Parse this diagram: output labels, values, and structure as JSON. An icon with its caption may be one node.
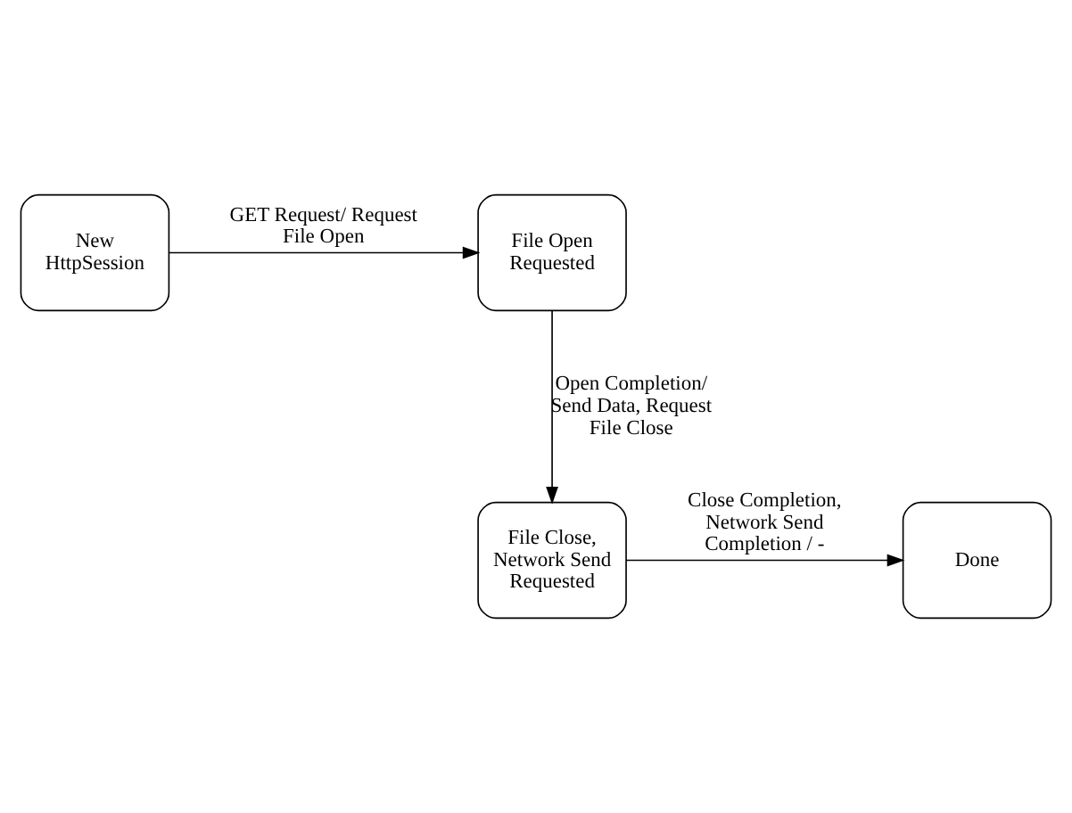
{
  "diagram": {
    "nodes": [
      {
        "text": [
          "New HttpSession"
        ]
      },
      {
        "text": [
          "File Open Requested"
        ]
      },
      {
        "text": [
          "File Close, Network Send Requested"
        ]
      },
      {
        "text": [
          "Done"
        ]
      }
    ],
    "edges": [
      {
        "from": 0,
        "to": 1,
        "arrow": "to",
        "label": "GET Request/ Request File Open"
      },
      {
        "from": 1,
        "to": 2,
        "arrow": "to",
        "label": "Open Completion/ Send Data, Request File Close"
      },
      {
        "from": 2,
        "to": 3,
        "arrow": "to",
        "label": "Close Completion, Network Send Completion / -"
      }
    ]
  }
}
